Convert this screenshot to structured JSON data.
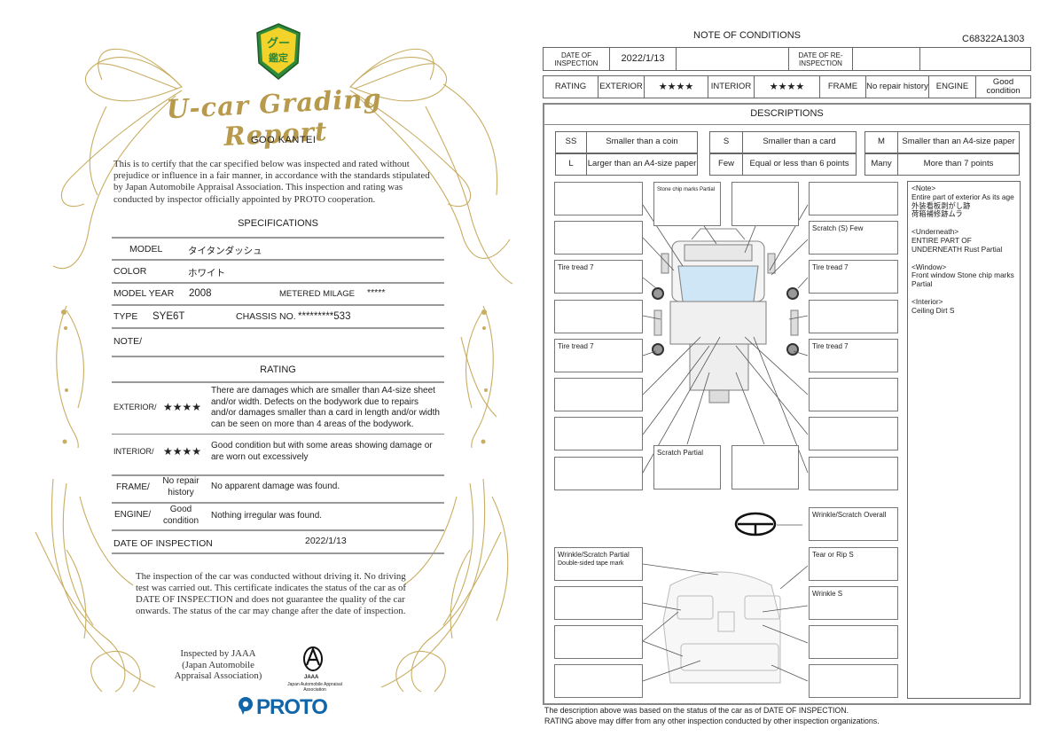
{
  "left": {
    "badge_text": "グー鑑定",
    "title": "U-car Grading Report",
    "brand": "GOO KANTEI",
    "certify": "This is to certify that the car specified below was inspected and rated without prejudice or influence in a fair manner, in accordance with the standards stipulated by Japan Automobile Appraisal Association. This inspection and rating was conducted by inspector officially appointed by PROTO cooperation.",
    "specifications_heading": "SPECIFICATIONS",
    "model_label": "MODEL",
    "model_value": "タイタンダッシュ",
    "color_label": "COLOR",
    "color_value": "ホワイト",
    "model_year_label": "MODEL YEAR",
    "model_year_value": "2008",
    "milage_label": "METERED MILAGE",
    "milage_value": "*****",
    "type_label": "TYPE",
    "type_value": "SYE6T",
    "chassis_label": "CHASSIS NO.",
    "chassis_value": "*********533",
    "note_label": "NOTE/",
    "rating_heading": "RATING",
    "exterior_label": "EXTERIOR/",
    "exterior_stars": "★★★★",
    "exterior_desc": "There are damages which are smaller than A4-size sheet and/or width. Defects on the bodywork due to repairs and/or damages smaller than a card in length and/or width can be seen on more than 4 areas of the bodywork.",
    "interior_label": "INTERIOR/",
    "interior_stars": "★★★★",
    "interior_desc": "Good condition but with some areas showing damage or are worn out excessively",
    "frame_label": "FRAME/",
    "frame_value": "No repair history",
    "frame_desc": "No apparent damage was found.",
    "engine_label": "ENGINE/",
    "engine_value": "Good condition",
    "engine_desc": "Nothing irregular was found.",
    "date_label": "DATE OF INSPECTION",
    "date_value": "2022/1/13",
    "footer_text": "The inspection of the car was conducted without driving it. No driving test was carried out. This certificate indicates the status of the car as of DATE OF INSPECTION and does not guarantee the quality of the car onwards. The status of the car may change after the date of inspection.",
    "inspected_by": "Inspected by JAAA (Japan Automobile Appraisal Association)",
    "jaaa_logo_text": "JAAA",
    "jaaa_logo_sub": "Japan Automobile Appraisal Association",
    "proto_logo": "PROTO",
    "colors": {
      "gold": "#b89a4c",
      "proto_blue": "#1166aa",
      "badge_green": "#2f8a3a",
      "badge_yellow": "#f3d32a"
    }
  },
  "right": {
    "heading": "NOTE OF CONDITIONS",
    "report_id": "C68322A1303",
    "date_of_inspection_label": "DATE OF INSPECTION",
    "date_of_inspection_value": "2022/1/13",
    "date_of_reinspection_label": "DATE OF RE-INSPECTION",
    "rating_label": "RATING",
    "exterior_label": "EXTERIOR",
    "exterior_stars": "★★★★",
    "interior_label": "INTERIOR",
    "interior_stars": "★★★★",
    "frame_label": "FRAME",
    "frame_value": "No repair history",
    "engine_label": "ENGINE",
    "engine_value": "Good condition",
    "descriptions_heading": "DESCRIPTIONS",
    "legend": [
      {
        "code": "SS",
        "text": "Smaller than a coin"
      },
      {
        "code": "S",
        "text": "Smaller than a card"
      },
      {
        "code": "M",
        "text": "Smaller than an A4-size paper"
      },
      {
        "code": "L",
        "text": "Larger than an A4-size paper"
      },
      {
        "code": "Few",
        "text": "Equal or less than 6 points"
      },
      {
        "code": "Many",
        "text": "More than 7 points"
      }
    ],
    "exterior_notes": {
      "stone_chip": "Stone chip marks  Partial",
      "scratch_s": "Scratch (S)   Few",
      "tire_lf": "Tire tread   7",
      "tire_rf": "Tire tread   7",
      "tire_lr": "Tire tread   7",
      "tire_rr": "Tire tread   7",
      "scratch_partial": "Scratch   Partial"
    },
    "interior_notes": {
      "steering": "Wrinkle/Scratch   Overall",
      "wrinkle_scratch": "Wrinkle/Scratch   Partial",
      "tape_mark": "Double-sided tape mark",
      "tear": "Tear or Rip   S",
      "wrinkle": "Wrinkle   S"
    },
    "side_note": {
      "note_h": "<Note>",
      "note_1": "Entire part of exterior   As its age",
      "note_2": "外装看板剥がし跡",
      "note_3": "荷箱補修跡ムラ",
      "under_h": "<Underneath>",
      "under_1": "ENTIRE PART OF UNDERNEATH   Rust   Partial",
      "window_h": "<Window>",
      "window_1": "Front window   Stone chip marks   Partial",
      "interior_h": "<Interior>",
      "interior_1": "Ceiling   Dirt   S"
    },
    "bottom_1": "The description above was based on the status of the car as of   DATE OF INSPECTION.",
    "bottom_2": "RATING above may differ from any other inspection conducted by other inspection organizations."
  }
}
